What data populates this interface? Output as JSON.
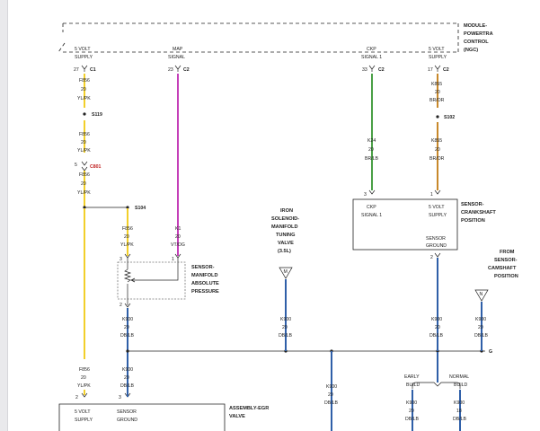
{
  "module": {
    "title_lines": [
      "MODULE-",
      "POWERTRA",
      "CONTROL",
      "(NGC)"
    ],
    "pins": [
      {
        "num": "27",
        "conn": "C1",
        "label1": "5 VOLT",
        "label2": "SUPPLY"
      },
      {
        "num": "23",
        "conn": "C2",
        "label1": "MAP",
        "label2": "SIGNAL"
      },
      {
        "num": "33",
        "conn": "C2",
        "label1": "CKP",
        "label2": "SIGNAL 1"
      },
      {
        "num": "17",
        "conn": "C2",
        "label1": "5 VOLT",
        "label2": "SUPPLY"
      }
    ]
  },
  "wires": {
    "yellow_main_1": [
      "F856",
      "20",
      "YL/PK"
    ],
    "splice_s119": "S119",
    "yellow_main_2": [
      "F856",
      "20",
      "YL/PK"
    ],
    "c801_pin": "5",
    "c801_label": "C801",
    "yellow_main_3": [
      "F856",
      "20",
      "YL/PK"
    ],
    "splice_s104": "S104",
    "yellow_branch": [
      "F856",
      "20",
      "YL/PK"
    ],
    "map_wire": [
      "K1",
      "20",
      "VT/DG"
    ],
    "orange_1": [
      "K855",
      "20",
      "BR/OR"
    ],
    "splice_s102": "S102",
    "orange_2": [
      "K855",
      "20",
      "BR/OR"
    ],
    "green_wire": [
      "K24",
      "20",
      "BR/LB"
    ],
    "ckp_ground_wire": [
      "K900",
      "20",
      "DB/LB"
    ],
    "map_ground_wire": [
      "K900",
      "20",
      "DB/LB"
    ],
    "egr_yellow": [
      "F856",
      "20",
      "YL/PK"
    ],
    "egr_ground": [
      "K900",
      "20",
      "DB/LB"
    ],
    "iron_wire": [
      "K900",
      "20",
      "DB/LB"
    ],
    "mid_ground": [
      "K900",
      "20",
      "DB/LB"
    ],
    "right_ground": [
      "K900",
      "20",
      "DB/LB"
    ],
    "cam_ground": [
      "K900",
      "20",
      "DB/LB"
    ],
    "early_wire": [
      "K900",
      "20",
      "DB/LB"
    ],
    "normal_wire": [
      "K900",
      "18",
      "DB/LB"
    ],
    "g_label": "G"
  },
  "map_sensor": {
    "pin_left": "3",
    "pin_right": "1",
    "pin_ground": "2",
    "title_lines": [
      "SENSOR-",
      "MANIFOLD",
      "ABSOLUTE",
      "PRESSURE"
    ]
  },
  "ckp_sensor": {
    "pin_left": "3",
    "pin_right": "1",
    "pin_ground": "2",
    "label_signal": [
      "CKP",
      "SIGNAL 1"
    ],
    "label_supply": [
      "5 VOLT",
      "SUPPLY"
    ],
    "label_ground": [
      "SENSOR",
      "GROUND"
    ],
    "title_lines": [
      "SENSOR-",
      "CRANKSHAFT",
      "POSITION"
    ]
  },
  "iron_solenoid": {
    "title_lines": [
      "IRON",
      "SOLENOID-",
      "MANIFOLD",
      "TUNING",
      "VALVE",
      "(3.5L)"
    ],
    "marker": "M"
  },
  "cam_sensor": {
    "title_lines": [
      "FROM",
      "SENSOR-",
      "CAMSHAFT",
      "POSITION"
    ],
    "marker": "N"
  },
  "egr": {
    "pin_left": "2",
    "pin_right": "3",
    "label_supply": [
      "5 VOLT",
      "SUPPLY"
    ],
    "label_ground": [
      "SENSOR",
      "GROUND"
    ],
    "title_lines": [
      "ASSEMBLY-EGR",
      "VALVE"
    ]
  },
  "build": {
    "early": [
      "EARLY",
      "BUILD"
    ],
    "normal": [
      "NORMAL",
      "BUILD"
    ]
  },
  "colors": {
    "yellow": "#f2cf2a",
    "magenta": "#c43fb8",
    "green": "#4aa046",
    "orange": "#c8882a",
    "blue": "#2f5fa8",
    "black": "#222222"
  }
}
